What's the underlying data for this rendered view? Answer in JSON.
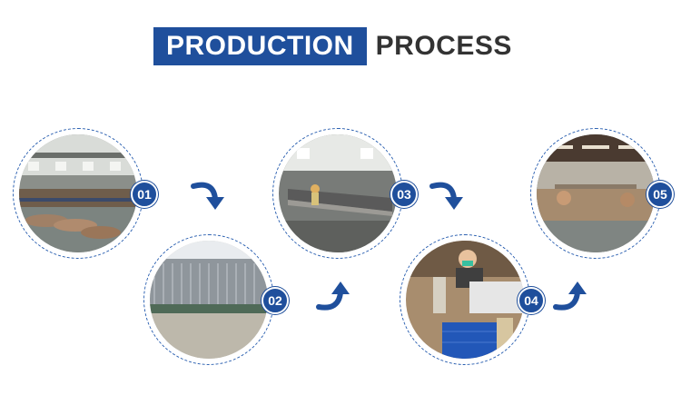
{
  "header": {
    "highlight": "PRODUCTION",
    "rest": "PROCESS"
  },
  "colors": {
    "accent": "#1f4f9c",
    "heading_text": "#333333"
  },
  "steps": [
    {
      "number": "01",
      "image": "factory-floor-photo"
    },
    {
      "number": "02",
      "image": "weaving-machine-photo"
    },
    {
      "number": "03",
      "image": "workshop-tables-photo"
    },
    {
      "number": "04",
      "image": "worker-sewing-photo"
    },
    {
      "number": "05",
      "image": "assembly-hall-photo"
    }
  ],
  "arrows": [
    "curved-arrow-down-icon",
    "curved-arrow-up-icon",
    "curved-arrow-down-icon",
    "curved-arrow-up-icon"
  ]
}
